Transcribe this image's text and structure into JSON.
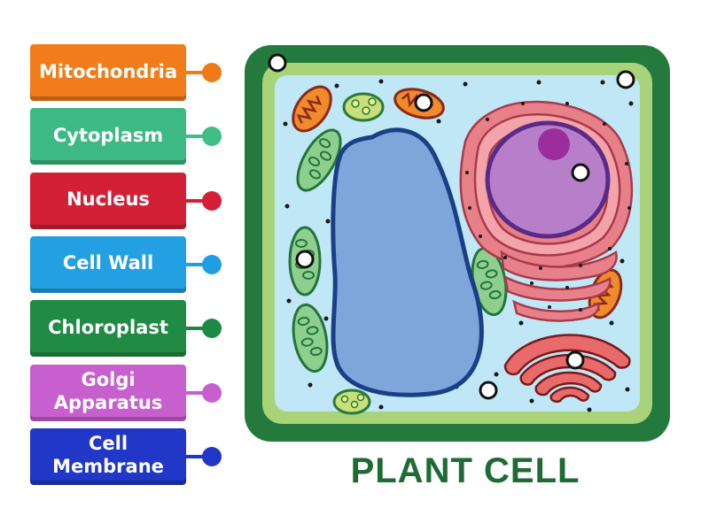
{
  "diagram": {
    "title": "PLANT CELL"
  },
  "labels": [
    {
      "id": "mitochondria",
      "text": "Mitochondria",
      "color": "#f07c1a",
      "dot_color": "#ef7a17"
    },
    {
      "id": "cytoplasm",
      "text": "Cytoplasm",
      "color": "#3dba83",
      "dot_color": "#3fbf86"
    },
    {
      "id": "nucleus",
      "text": "Nucleus",
      "color": "#d22036",
      "dot_color": "#d41f36"
    },
    {
      "id": "cell-wall",
      "text": "Cell Wall",
      "color": "#22a0e3",
      "dot_color": "#1e9fe4"
    },
    {
      "id": "chloroplast",
      "text": "Chloroplast",
      "color": "#1f8b45",
      "dot_color": "#1c8a43"
    },
    {
      "id": "golgi-apparatus",
      "text": "Golgi Apparatus",
      "color": "#c75fcf",
      "dot_color": "#c85fd0"
    },
    {
      "id": "cell-membrane",
      "text": "Cell Membrane",
      "color": "#2037c8",
      "dot_color": "#1f36c9"
    }
  ],
  "colors": {
    "cell_wall": "#237a3c",
    "cell_membrane": "#a8d379",
    "cytoplasm": "#bfe7f6",
    "vacuole": "#7fa6da",
    "vacuole_outline": "#1a3f86",
    "nucleus": "#b77fca",
    "nucleolus": "#9b2e9b",
    "er": "#e8808a",
    "mitochondria": "#f08a2b",
    "chloroplast": "#8ecf8e",
    "golgi": "#e86a6a",
    "title": "#1e6b33"
  }
}
